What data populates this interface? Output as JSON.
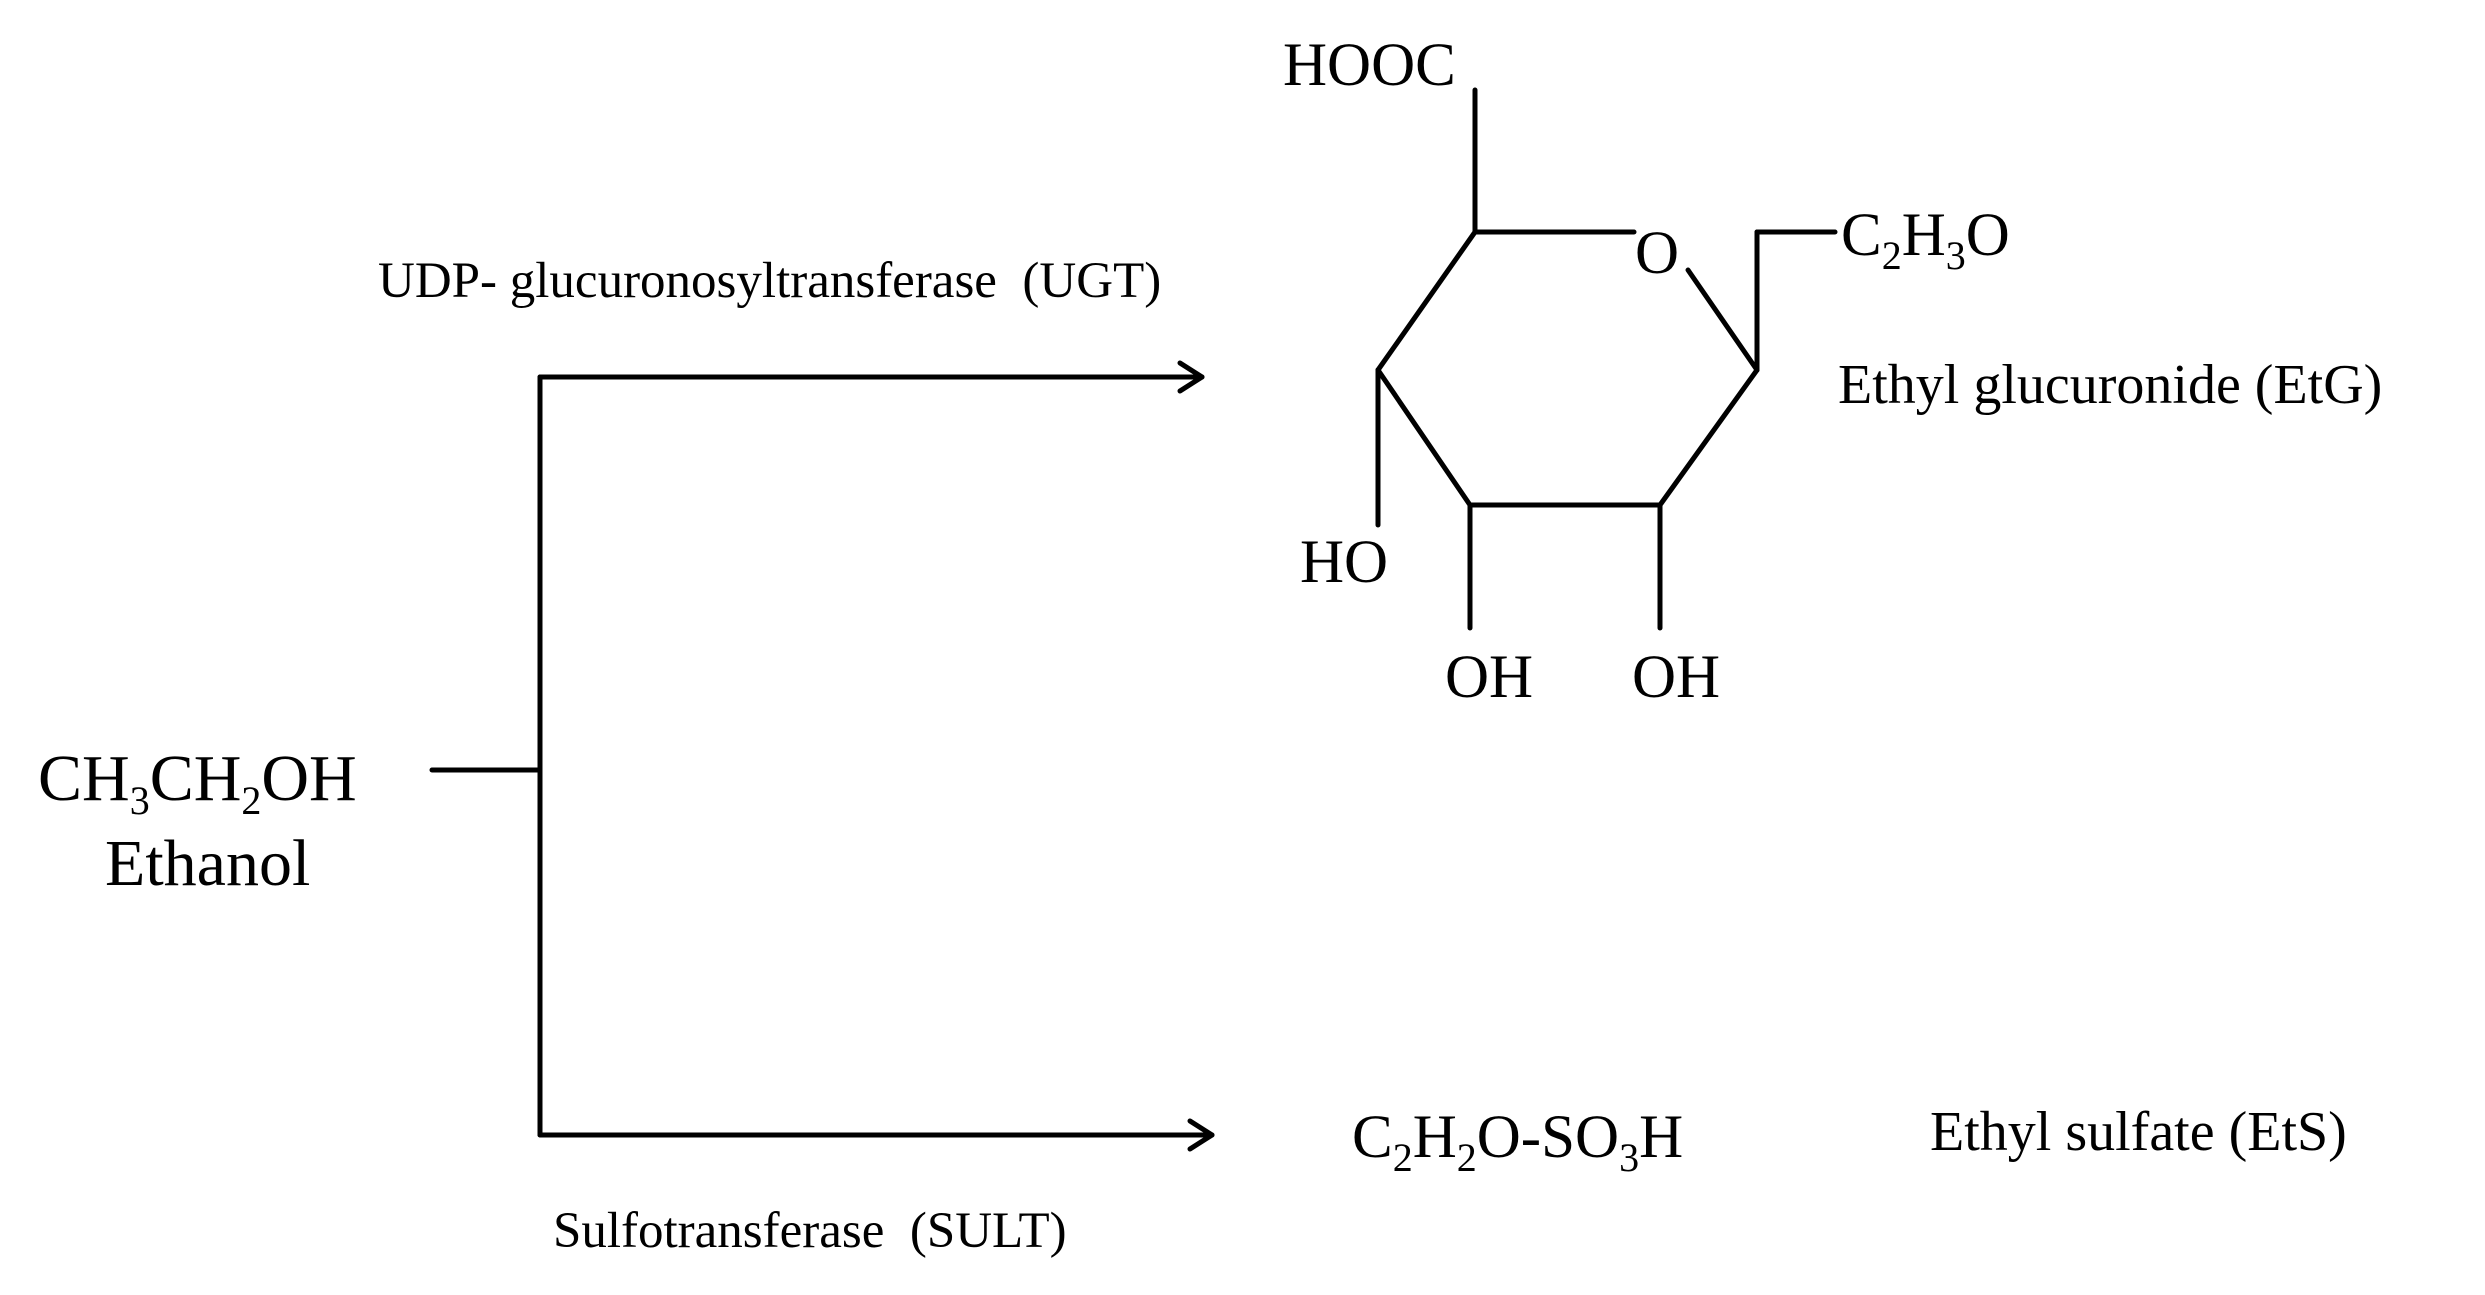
{
  "substrate": {
    "formula": {
      "p1": "CH",
      "s1": "3",
      "p2": "CH",
      "s2": "2",
      "p3": "OH"
    },
    "name": "Ethanol"
  },
  "pathways": {
    "ugt": {
      "enzyme": "UDP- glucuronosyltransferase  (UGT)",
      "product_name": "Ethyl glucuronide (EtG)"
    },
    "sult": {
      "enzyme": "Sulfotransferase  (SULT)",
      "product_name": "Ethyl sulfate (EtS)",
      "product_formula": {
        "p1": "C",
        "s1": "2",
        "p2": "H",
        "s2": "2",
        "p3": "O-SO",
        "s3": "3",
        "p4": "H"
      }
    }
  },
  "etg_structure": {
    "carboxyl": "HOOC",
    "ring_oxygen": "O",
    "substituent": {
      "p1": "C",
      "s1": "2",
      "p2": "H",
      "s2": "3",
      "p3": "O"
    },
    "hydroxyl_left": "HO",
    "hydroxyl_mid": "OH",
    "hydroxyl_right": "OH"
  }
}
